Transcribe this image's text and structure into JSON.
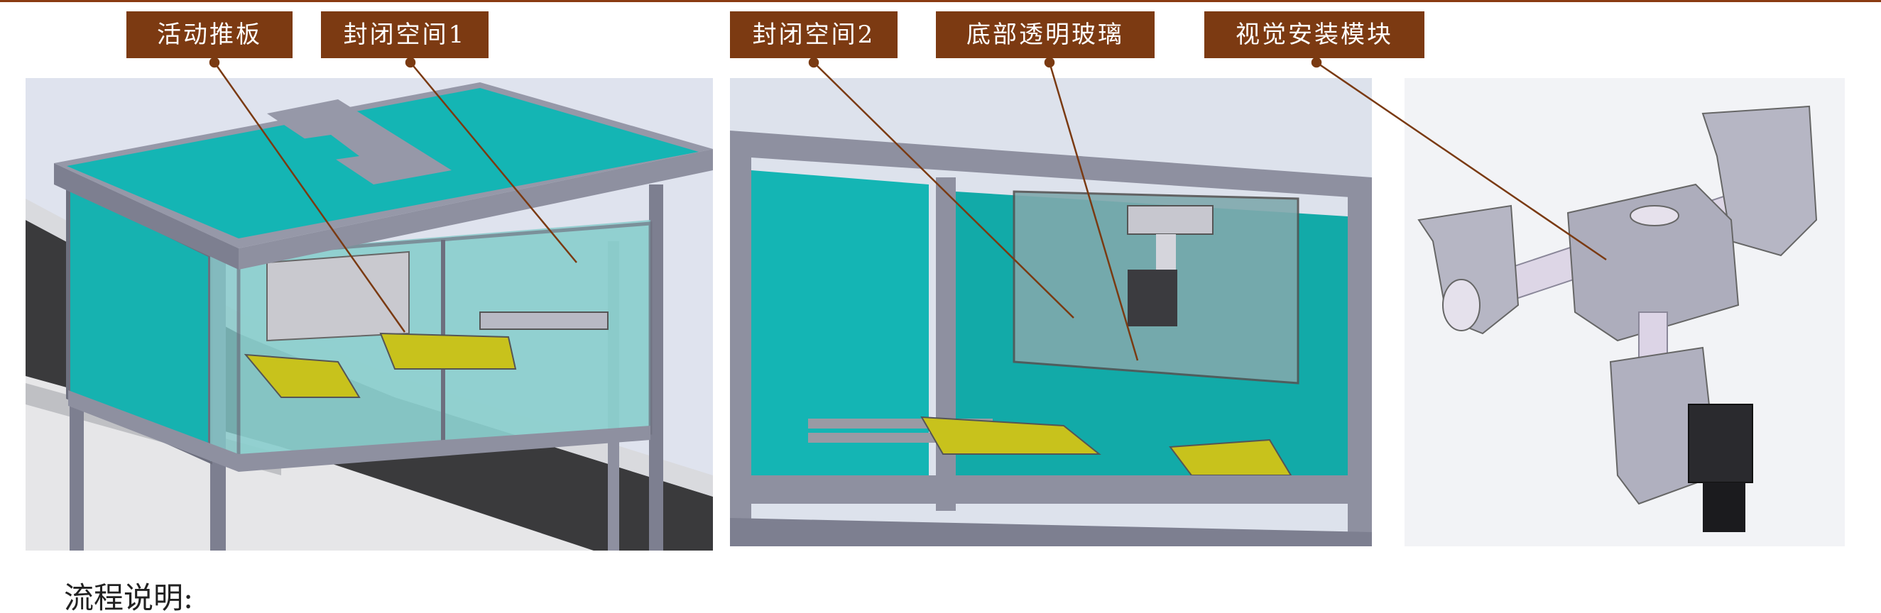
{
  "labels": {
    "movable_plate": "活动推板",
    "enclosed_space_1": "封闭空间1",
    "enclosed_space_2": "封闭空间2",
    "bottom_glass": "底部透明玻璃",
    "vision_module": "视觉安装模块"
  },
  "process_heading": "流程说明:",
  "colors": {
    "label_bg": "#7c3a12",
    "label_text": "#ffffff",
    "leader_line": "#7a3a12",
    "glass_teal": "#14b5b4",
    "frame_gray": "#8e90a0",
    "pusher_yellow": "#c8c21c"
  }
}
